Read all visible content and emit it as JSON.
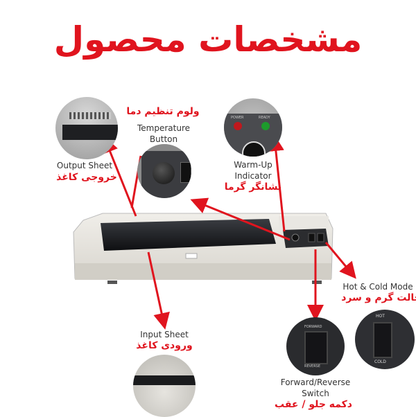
{
  "title": "مشخصات محصول",
  "callouts": {
    "output_sheet": {
      "en": "Output Sheet",
      "fa": "خروجی کاغذ"
    },
    "temperature": {
      "fa": "ولوم تنظیم دما",
      "en_line1": "Temperature",
      "en_line2": "Button"
    },
    "warm_up": {
      "en_line1": "Warm-Up",
      "en_line2": "Indicator",
      "fa": "نشانگر گرما",
      "power_label": "POWER",
      "ready_label": "READY"
    },
    "hot_cold": {
      "en": "Hot & Cold Mode",
      "fa": "حالت گرم و سرد",
      "hot_label": "HOT",
      "cold_label": "COLD"
    },
    "forward_reverse": {
      "en_line1": "Forward/Reverse",
      "en_line2": "Switch",
      "fa": "دکمه جلو / عقب",
      "forward_label": "FORWARD",
      "reverse_label": "REVERSE"
    },
    "input_sheet": {
      "en": "Input Sheet",
      "fa": "ورودی کاغذ"
    }
  },
  "colors": {
    "accent": "#e0141e",
    "text": "#333333"
  }
}
